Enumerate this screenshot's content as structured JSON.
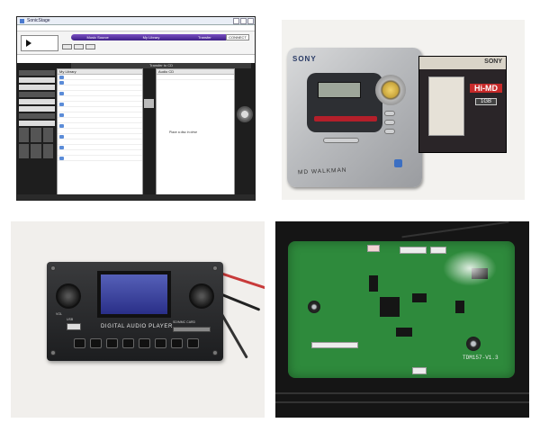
{
  "panels": [
    {
      "id": "sonicstage-screenshot"
    },
    {
      "id": "md-walkman-photo"
    },
    {
      "id": "digital-audio-player-photo"
    },
    {
      "id": "pcb-photo"
    }
  ],
  "sonicstage": {
    "window_title": "SonicStage",
    "modes": [
      "Music Source",
      "My Library",
      "Transfer"
    ],
    "connect_label": "CONNECT",
    "transfer_title": "Transfer to CD",
    "library_title": "My Library",
    "cd_title": "Audio CD",
    "cd_message": "Place a disc in drive"
  },
  "walkman": {
    "brand": "SONY",
    "model_text": "MD WALKMAN",
    "disc_brand": "SONY",
    "disc_format": "Hi-MD",
    "disc_capacity": "1GB"
  },
  "dap": {
    "title": "DIGITAL AUDIO PLAYER",
    "vol_label": "VOL",
    "usb_label": "USB",
    "sd_label": "SD/MMC CARD"
  },
  "pcb": {
    "model_label": "TDM157-V1.3"
  },
  "colors": {
    "pcb_green": "#2e8a3c",
    "modebar_purple": "#3d1e86",
    "md_red": "#c72a2a",
    "lcd_blue": "#2a2f88"
  }
}
